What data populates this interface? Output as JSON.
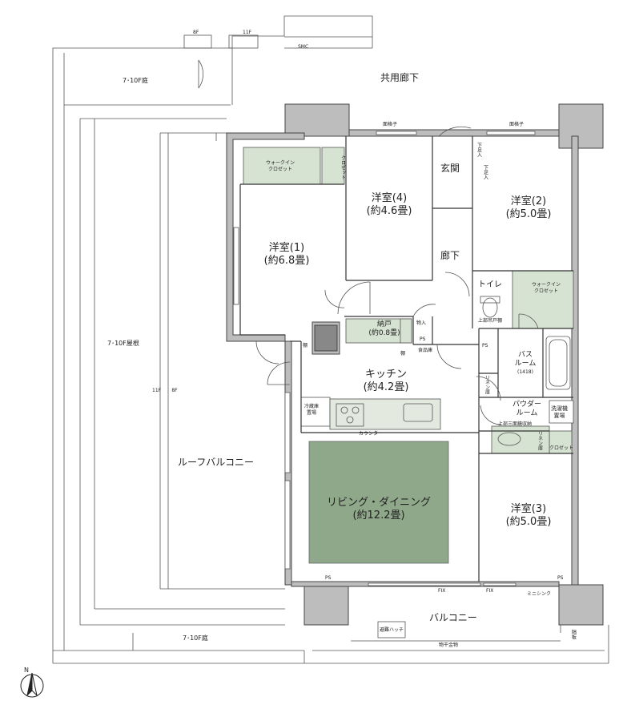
{
  "rooms": {
    "bed1": {
      "name": "洋室(1)",
      "size": "(約6.8畳)"
    },
    "bed2": {
      "name": "洋室(2)",
      "size": "(約5.0畳)"
    },
    "bed3": {
      "name": "洋室(3)",
      "size": "(約5.0畳)"
    },
    "bed4": {
      "name": "洋室(4)",
      "size": "(約4.6畳)"
    },
    "ldk": {
      "name": "リビング・ダイニング",
      "size": "(約12.2畳)"
    },
    "kitchen": {
      "name": "キッチン",
      "size": "(約4.2畳)"
    },
    "storage": {
      "name": "納戸",
      "size": "(約0.8畳)"
    },
    "bath": {
      "name": "バス",
      "name2": "ルーム",
      "size": "(1418)"
    },
    "powder": {
      "name": "パウダー",
      "name2": "ルーム"
    },
    "toilet": {
      "name": "トイレ"
    },
    "entrance": {
      "name": "玄関"
    },
    "hallway": {
      "name": "廊下"
    }
  },
  "areas": {
    "common_corridor": "共用廊下",
    "roof_balcony": "ルーフバルコニー",
    "balcony": "バルコニー",
    "garden_top": "7･10F庭",
    "garden_bottom": "7･10F庭",
    "roof": "7･10F屋根",
    "smc": "SMC",
    "floor_8f": "8F",
    "floor_11f": "11F",
    "floor_11f_side": "11F",
    "floor_8f_side": "8F"
  },
  "labels": {
    "wic1_a": "ウォークイン",
    "wic1_b": "クロゼット",
    "wic2_a": "ウォークイン",
    "wic2_b": "クロゼット",
    "closet1": "クロゼット",
    "closet3": "クロゼット",
    "lattice1": "面格子",
    "lattice2": "面格子",
    "shoes1": "下足入",
    "shoes2": "下足入",
    "toilet_shelf": "上部吊戸棚",
    "mono": "物入",
    "ps1": "PS",
    "ps2": "PS",
    "ps3": "PS",
    "ps4": "PS",
    "pantry": "食品庫",
    "shelf": "棚",
    "shelf2": "棚",
    "fridge_a": "冷蔵庫",
    "fridge_b": "置場",
    "counter": "カウンター",
    "linen1": "リネン庫",
    "linen2": "リネン庫",
    "washer_a": "洗濯機",
    "washer_b": "置場",
    "vanity_upper": "上部三面鏡収納",
    "fix1": "FIX",
    "fix2": "FIX",
    "mini_sink": "ミニシンク",
    "hatch": "避難ハッチ",
    "clothes": "物干金物",
    "partition": "隔板",
    "north": "N"
  },
  "colors": {
    "wall_fill": "#bdbdbd",
    "wall_stroke": "#444444",
    "ldk_fill": "#8fa88a",
    "closet_fill": "#d7e3d2",
    "line": "#333333"
  }
}
